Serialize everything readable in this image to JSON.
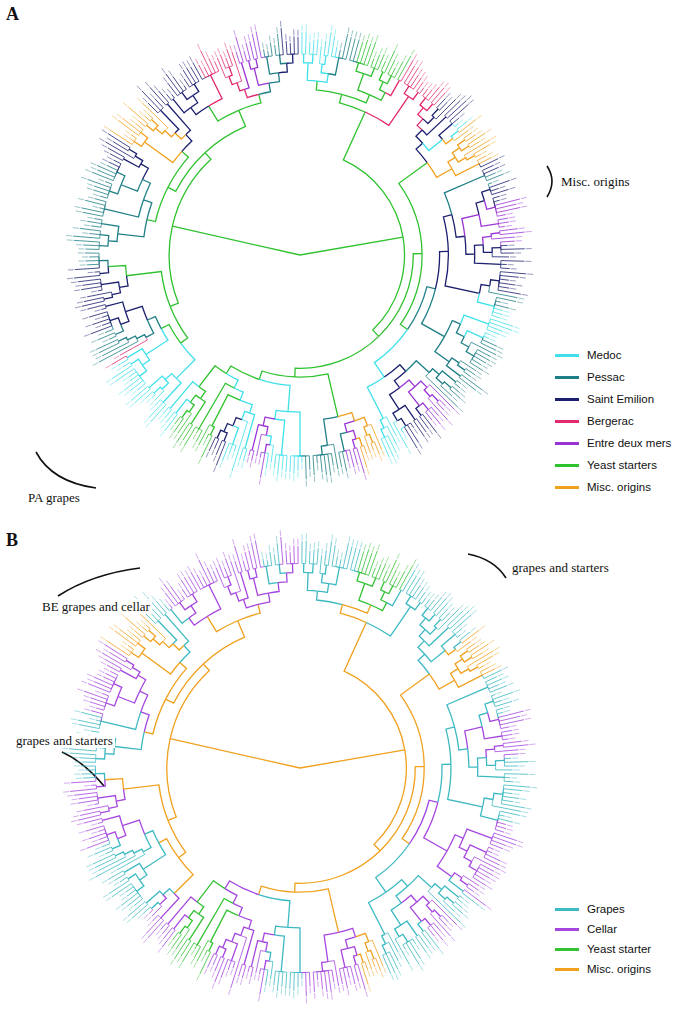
{
  "diagram": {
    "labels": [
      "A",
      "Misc. origins",
      "PA grapes",
      "B",
      "BE grapes and cellar",
      "grapes and starters",
      "grapes and starters"
    ],
    "legend": [
      {
        "text": "Medoc",
        "color": "#3fe0ea"
      },
      {
        "text": "Pessac",
        "color": "#1f7f86"
      },
      {
        "text": "Saint Emilion",
        "color": "#1b1f6e"
      },
      {
        "text": "Bergerac",
        "color": "#e2286e"
      },
      {
        "text": "Entre deux mers",
        "color": "#9a33d6"
      },
      {
        "text": "Yeast starters",
        "color": "#2fc22f"
      },
      {
        "text": "Misc. origins",
        "color": "#f0a11e"
      },
      {
        "text": "Grapes",
        "color": "#3cb9c2"
      },
      {
        "text": "Cellar",
        "color": "#a646e0"
      },
      {
        "text": "Yeast starter",
        "color": "#32c232"
      },
      {
        "text": "Misc. origins",
        "color": "#f0a11e"
      }
    ]
  }
}
